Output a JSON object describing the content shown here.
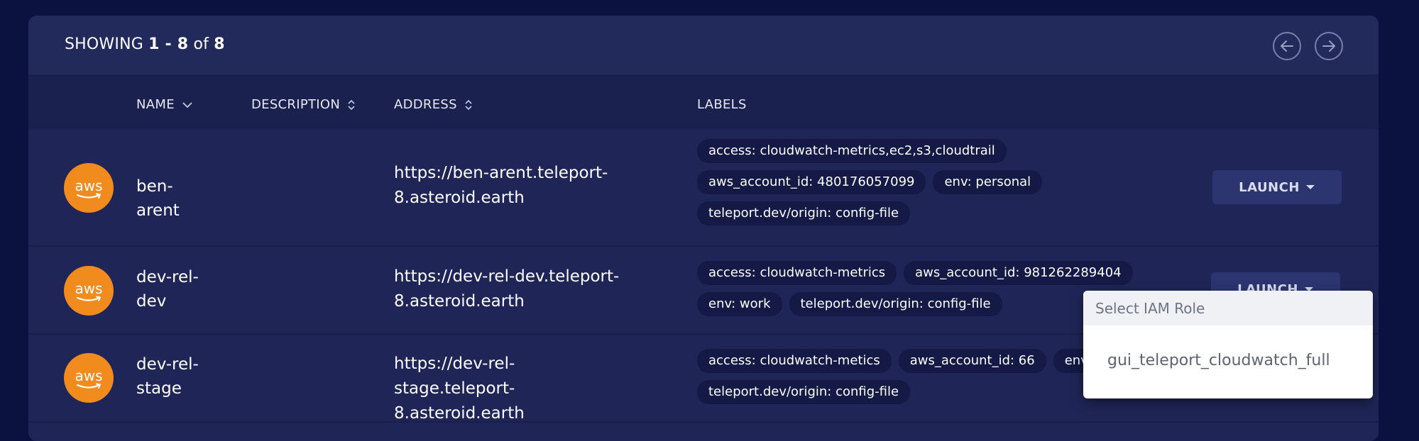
{
  "pagination": {
    "showing_prefix": "SHOWING ",
    "range": "1 - 8",
    "of_text": " of ",
    "total": "8"
  },
  "columns": {
    "name": "NAME",
    "description": "DESCRIPTION",
    "address": "ADDRESS",
    "labels": "LABELS"
  },
  "rows": [
    {
      "icon_text": "aws",
      "name": "ben-arent",
      "address_line1": "https://ben-arent.teleport-",
      "address_line2": "8.asteroid.earth",
      "labels": [
        "access: cloudwatch-metrics,ec2,s3,cloudtrail",
        "aws_account_id: 480176057099",
        "env: personal",
        "teleport.dev/origin: config-file"
      ],
      "launch_label": "LAUNCH"
    },
    {
      "icon_text": "aws",
      "name_line1": "dev-rel-",
      "name_line2": "dev",
      "address_line1": "https://dev-rel-dev.teleport-",
      "address_line2": "8.asteroid.earth",
      "labels": [
        "access: cloudwatch-metrics",
        "aws_account_id: 981262289404",
        "env: work",
        "teleport.dev/origin: config-file"
      ],
      "launch_label": "LAUNCH"
    },
    {
      "icon_text": "aws",
      "name_line1": "dev-rel-",
      "name_line2": "stage",
      "address_line1": "https://dev-rel-stage.teleport-",
      "address_line2": "8.asteroid.earth",
      "labels": [
        "access: cloudwatch-metics",
        "aws_account_id: 66",
        "env: work",
        "teleport.dev/origin: config-file"
      ]
    }
  ],
  "dropdown": {
    "header": "Select IAM Role",
    "options": [
      "gui_teleport_cloudwatch_full"
    ]
  },
  "icons": {
    "prev": "arrow-left-icon",
    "next": "arrow-right-icon",
    "sort_name": "chevron-down-icon",
    "sort_other": "sort-icon",
    "launch_caret": "caret-down-icon",
    "app": "aws-logo-icon"
  },
  "colors": {
    "page_bg": "#0c1240",
    "card_bg": "#1f2657",
    "header_bg": "#1a214f",
    "chip_bg": "#141a45",
    "aws_orange": "#f18b1e",
    "launch_bg": "#2c3570"
  }
}
